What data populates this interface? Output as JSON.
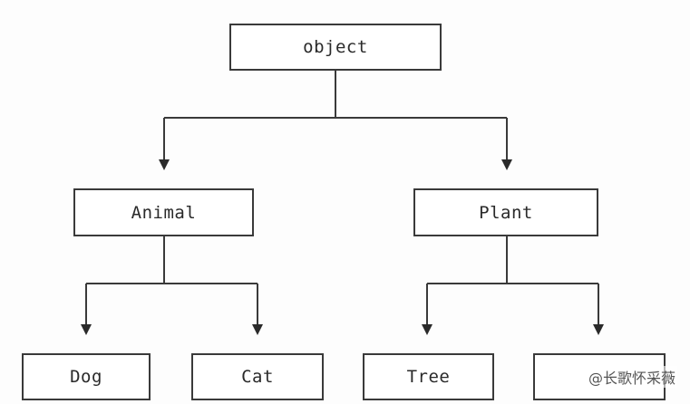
{
  "diagram": {
    "root": {
      "label": "object"
    },
    "level1": [
      {
        "label": "Animal"
      },
      {
        "label": "Plant"
      }
    ],
    "level2": [
      {
        "label": "Dog"
      },
      {
        "label": "Cat"
      },
      {
        "label": "Tree"
      },
      {
        "label": ""
      }
    ],
    "edges": [
      {
        "from": "object",
        "to": "Animal"
      },
      {
        "from": "object",
        "to": "Plant"
      },
      {
        "from": "Animal",
        "to": "Dog"
      },
      {
        "from": "Animal",
        "to": "Cat"
      },
      {
        "from": "Plant",
        "to": "Tree"
      },
      {
        "from": "Plant",
        "to": ""
      }
    ],
    "line_color": "#3a3a3a"
  },
  "watermark": {
    "text": "@长歌怀采薇"
  }
}
